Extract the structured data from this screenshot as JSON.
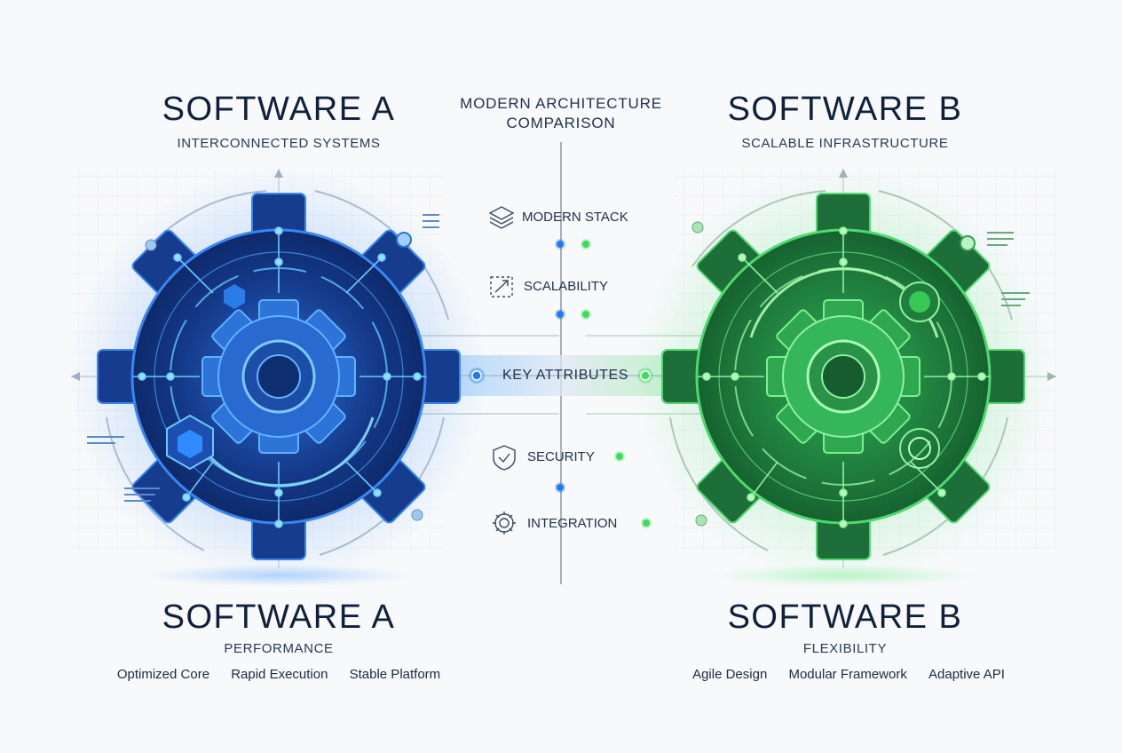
{
  "left": {
    "title_top": "SOFTWARE A",
    "subtitle_top": "INTERCONNECTED SYSTEMS",
    "title_bottom": "SOFTWARE A",
    "subtitle_bottom": "PERFORMANCE",
    "tags": [
      "Optimized Core",
      "Rapid Execution",
      "Stable Platform"
    ]
  },
  "center": {
    "heading_line1": "MODERN ARCHITECTURE",
    "heading_line2": "COMPARISON",
    "features": [
      {
        "label": "MODERN STACK",
        "icon": "layers-icon"
      },
      {
        "label": "SCALABILITY",
        "icon": "expand-icon"
      },
      {
        "label": "KEY ATTRIBUTES",
        "icon": "none"
      },
      {
        "label": "SECURITY",
        "icon": "shield-check-icon"
      },
      {
        "label": "INTEGRATION",
        "icon": "gear-icon"
      }
    ]
  },
  "right": {
    "title_top": "SOFTWARE B",
    "subtitle_top": "SCALABLE INFRASTRUCTURE",
    "title_bottom": "SOFTWARE B",
    "subtitle_bottom": "FLEXIBILITY",
    "tags": [
      "Agile Design",
      "Modular Framework",
      "Adaptive API"
    ]
  },
  "colors": {
    "blue_accent": "#1e7bf0",
    "green_accent": "#3ddc5c",
    "ink": "#10203a"
  }
}
